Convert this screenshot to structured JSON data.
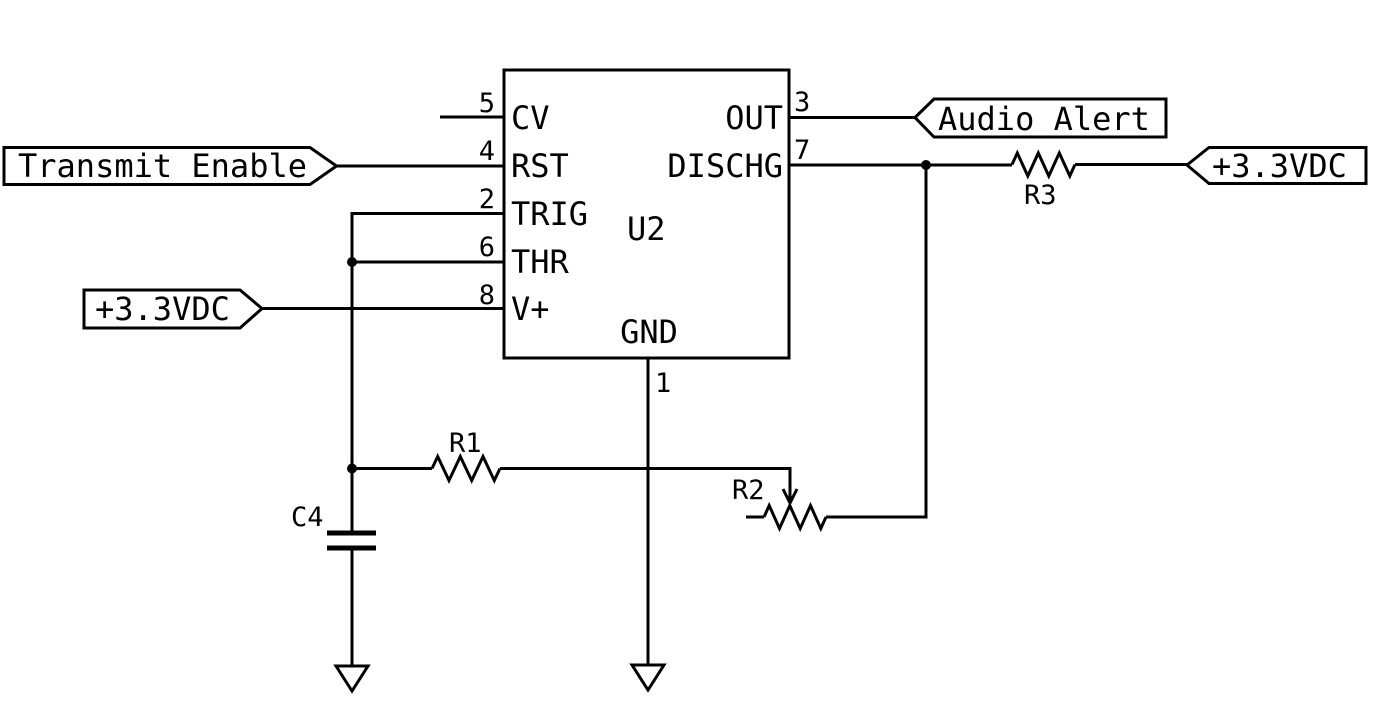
{
  "diagram_type": "circuit-schematic",
  "colors": {
    "line": "#000000",
    "background": "#ffffff"
  },
  "component": {
    "ref": "U2",
    "pins": {
      "cv": {
        "number": "5",
        "name": "CV"
      },
      "rst": {
        "number": "4",
        "name": "RST"
      },
      "trig": {
        "number": "2",
        "name": "TRIG"
      },
      "thr": {
        "number": "6",
        "name": "THR"
      },
      "vplus": {
        "number": "8",
        "name": "V+"
      },
      "out": {
        "number": "3",
        "name": "OUT"
      },
      "dischg": {
        "number": "7",
        "name": "DISCHG"
      },
      "gnd": {
        "number": "1",
        "name": "GND"
      }
    }
  },
  "net_labels": {
    "transmit_enable": "Transmit_Enable",
    "vcc_left": "+3.3VDC",
    "audio_alert": "Audio_Alert",
    "vcc_right": "+3.3VDC"
  },
  "parts": {
    "r1": "R1",
    "r2": "R2",
    "r3": "R3",
    "c4": "C4"
  }
}
